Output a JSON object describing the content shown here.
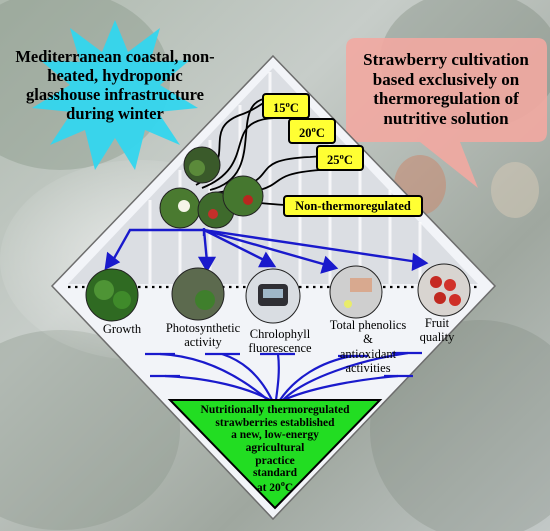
{
  "left_callout": "Mediterranean coastal, non-heated, hydroponic glasshouse infrastructure during winter",
  "right_callout": "Strawberry cultivation based exclusively on thermoregulation of nutritive solution",
  "temperatures": {
    "t15": "15",
    "t20": "20",
    "t25": "25",
    "degree_unit": "o",
    "suffix": "C",
    "control": "Non-thermoregulated"
  },
  "parameters": {
    "growth": "Growth",
    "photo_1": "Photosynthetic",
    "photo_2": "activity",
    "chloro_1": "Chrolophyll",
    "chloro_2": "fluorescence",
    "phen_1": "Total phenolics",
    "phen_2": "&",
    "phen_3": "antioxidant",
    "phen_4": "activities",
    "fruit_1": "Fruit",
    "fruit_2": "quality"
  },
  "conclusion": {
    "line1": "Nutritionally thermoregulated",
    "line2": "strawberries established",
    "line3": "a new, low-energy",
    "line4": "agricultural",
    "line5": "practice",
    "line6": "standard",
    "line7_pre": "at 20",
    "line7_sup": "o",
    "line7_post": "C"
  },
  "colors": {
    "arrow_blue": "#1a1acc",
    "label_yellow": "#ffff33",
    "conclusion_green": "#22dd22",
    "star_cyan": "#33d6ee",
    "callout_pink": "#f2a9a1",
    "glasshouse_white": "#f2f4f8"
  }
}
